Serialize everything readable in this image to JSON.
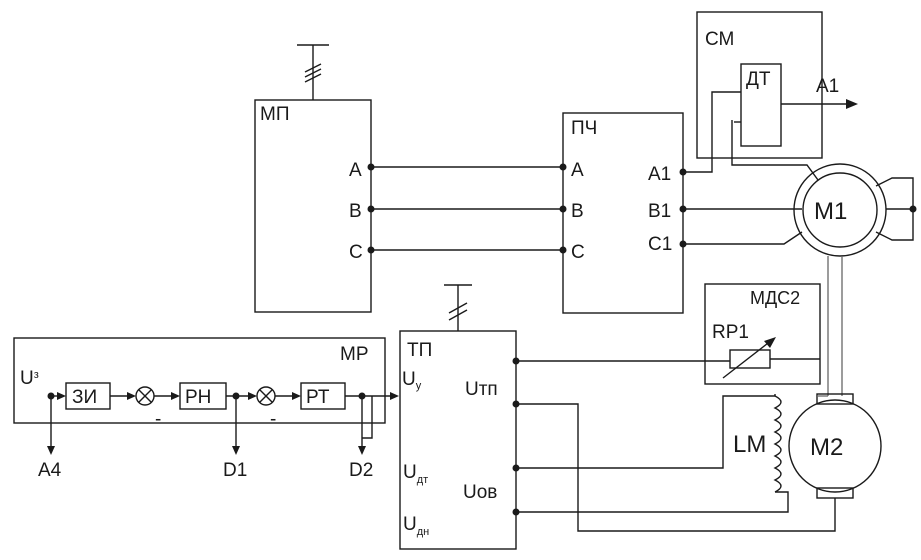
{
  "blocks": {
    "mp": "МП",
    "pch": "ПЧ",
    "sm": "СМ",
    "dt": "ДТ",
    "m1": "М1",
    "tp": "ТП",
    "mr": "МР",
    "mds2": "МДС2",
    "rp1": "RP1",
    "m2": "М2",
    "lm": "LM",
    "zi": "ЗИ",
    "rn": "РН",
    "rt": "РТ"
  },
  "ports": {
    "mp_a": "A",
    "mp_b": "B",
    "mp_c": "C",
    "pch_a": "A",
    "pch_b": "B",
    "pch_c": "C",
    "pch_a1": "A1",
    "pch_b1": "B1",
    "pch_c1": "C1",
    "tp_uy_main": "U",
    "tp_uy_sub": "у",
    "tp_udt_main": "U",
    "tp_udt_sub": "дт",
    "tp_udn_main": "U",
    "tp_udn_sub": "дн",
    "tp_utp": "Uтп",
    "tp_uov": "Uов",
    "mr_uz_main": "U",
    "mr_uz_sub": "з"
  },
  "signals": {
    "a1": "A1",
    "a4": "A4",
    "d1": "D1",
    "d2": "D2",
    "minus1": "-",
    "minus2": "-"
  }
}
